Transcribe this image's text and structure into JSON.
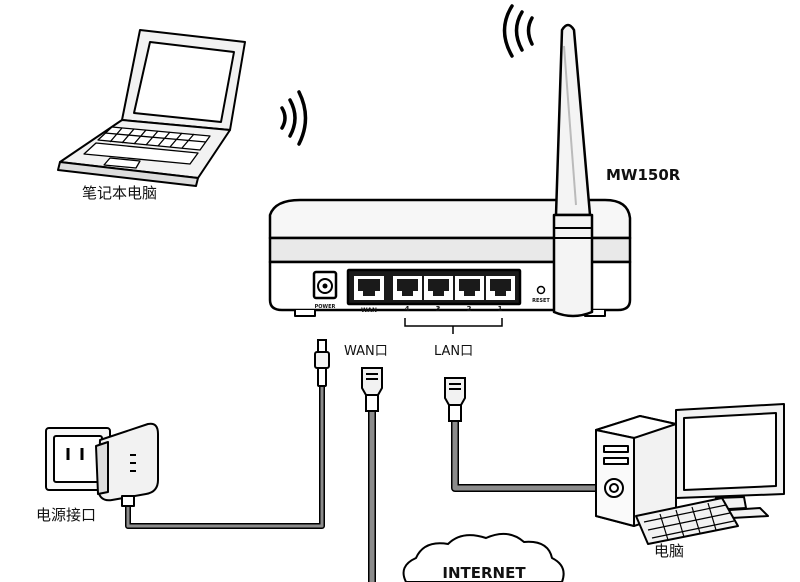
{
  "labels": {
    "laptop": "笔记本电脑",
    "model": "MW150R",
    "wan_port": "WAN口",
    "lan_port": "LAN口",
    "power_socket": "电源接口",
    "computer": "电脑",
    "internet": "INTERNET"
  },
  "panel": {
    "power": "POWER",
    "wan": "WAN",
    "reset": "RESET",
    "lan_ports": [
      "4",
      "3",
      "2",
      "1"
    ]
  },
  "colors": {
    "outline": "#000000",
    "cable": "#8c8c8c",
    "device_fill": "#f2f2f2",
    "dark_fill": "#1a1a1a"
  }
}
